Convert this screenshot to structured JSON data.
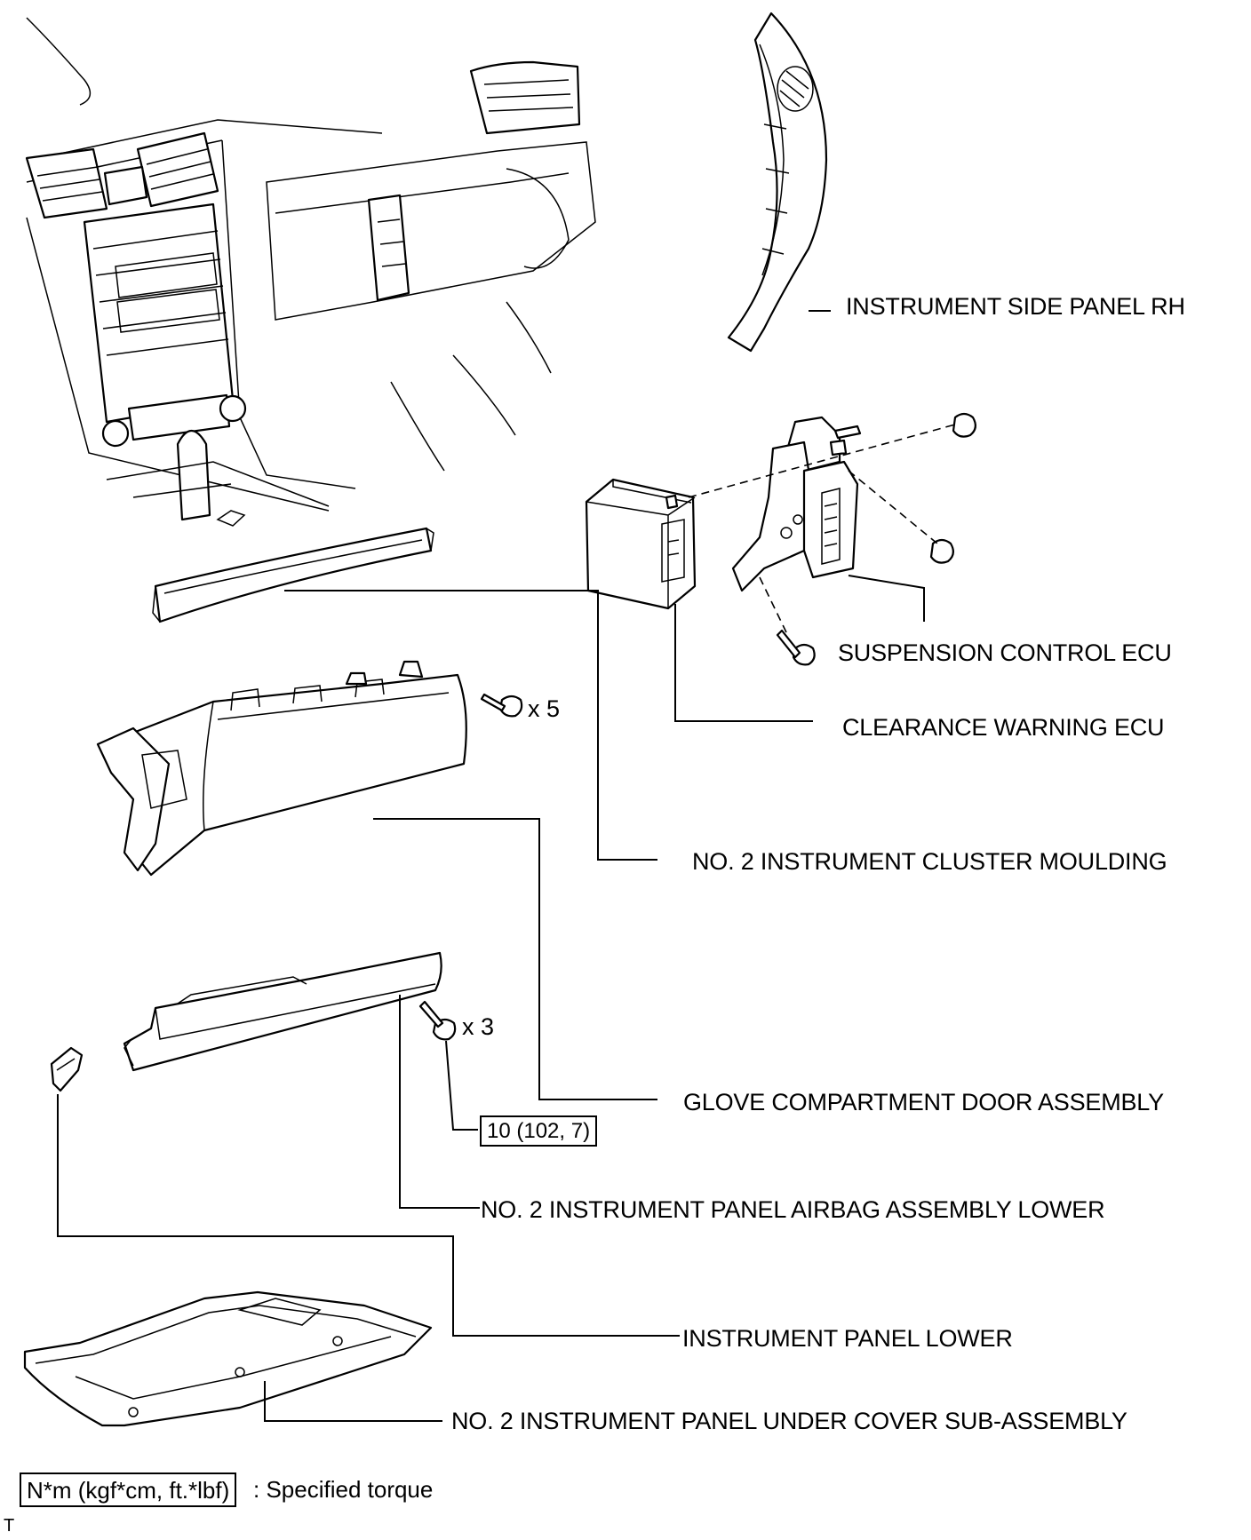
{
  "labels": {
    "instrument_side_panel_rh": "INSTRUMENT SIDE PANEL RH",
    "suspension_control_ecu": "SUSPENSION CONTROL ECU",
    "clearance_warning_ecu": "CLEARANCE WARNING ECU",
    "no2_instrument_cluster_moulding": "NO. 2 INSTRUMENT CLUSTER MOULDING",
    "glove_compartment_door_assembly": "GLOVE COMPARTMENT DOOR ASSEMBLY",
    "no2_instrument_panel_airbag_lower": "NO. 2 INSTRUMENT PANEL AIRBAG ASSEMBLY LOWER",
    "instrument_panel_lower": "INSTRUMENT PANEL LOWER",
    "no2_instrument_panel_under_cover": "NO. 2 INSTRUMENT PANEL UNDER COVER SUB-ASSEMBLY"
  },
  "quantities": {
    "glove_box_screws": "x 5",
    "airbag_bolts": "x 3"
  },
  "torque": {
    "airbag_bolt_spec": "10 (102, 7)"
  },
  "legend": {
    "unit_box": "N*m (kgf*cm, ft.*lbf)",
    "description": ": Specified torque"
  },
  "corner_mark": "T"
}
